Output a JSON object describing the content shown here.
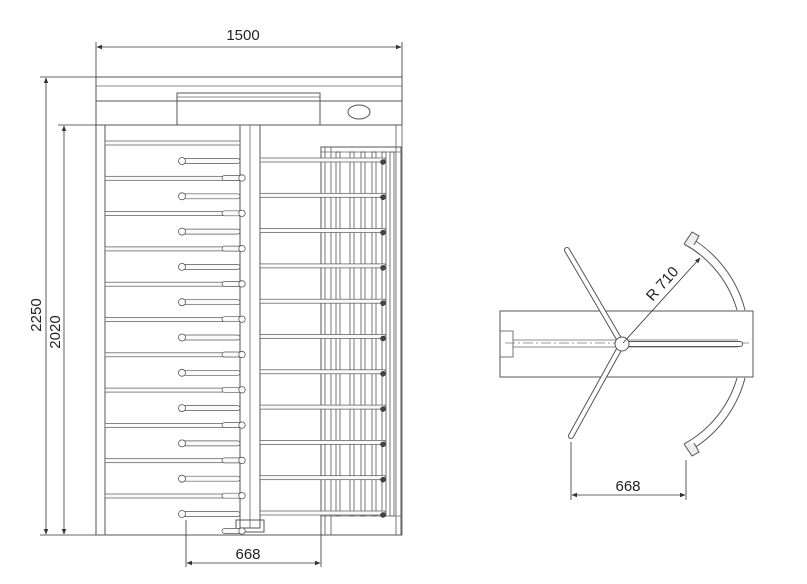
{
  "dimensions": {
    "width_total": "1500",
    "height_total": "2250",
    "height_inner": "2020",
    "rotor_spacing_front": "668",
    "radius": "R 710",
    "rotor_spacing_plan": "668"
  }
}
